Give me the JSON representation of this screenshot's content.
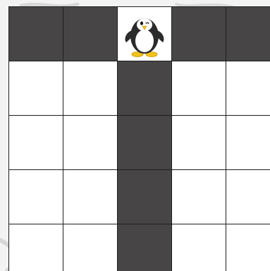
{
  "grid": {
    "rows": 5,
    "cols": 5,
    "cells": [
      [
        "dark",
        "dark",
        "penguin",
        "dark",
        "dark"
      ],
      [
        "light",
        "light",
        "dark",
        "light",
        "light"
      ],
      [
        "light",
        "light",
        "dark",
        "light",
        "light"
      ],
      [
        "light",
        "light",
        "dark",
        "light",
        "light"
      ],
      [
        "light",
        "light",
        "dark",
        "light",
        "light"
      ]
    ]
  },
  "colors": {
    "dark": "#474545",
    "light": "#ffffff",
    "grid_line": "#1e1e1e"
  },
  "character": {
    "icon": "penguin-icon",
    "row": 0,
    "col": 2
  }
}
